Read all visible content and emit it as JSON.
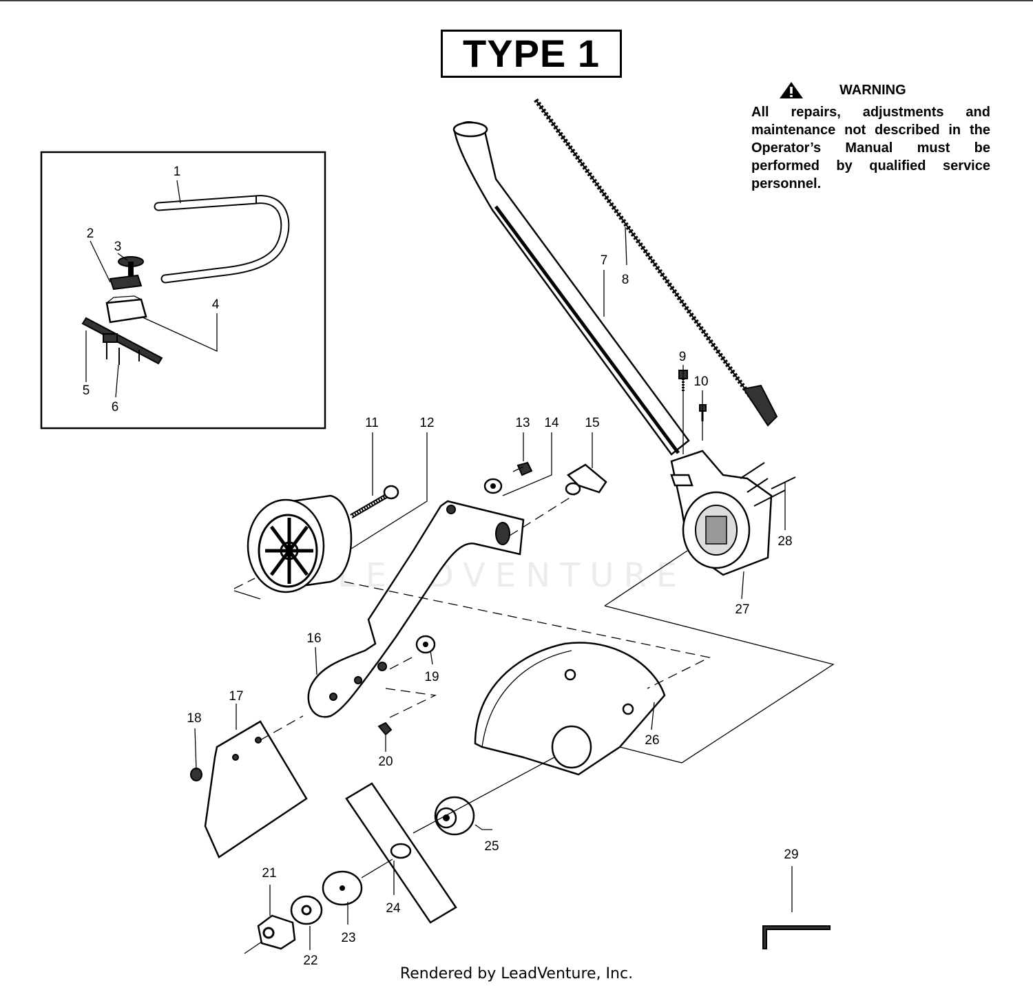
{
  "title": "TYPE 1",
  "warning": {
    "icon": "warning-triangle-icon",
    "heading": "WARNING",
    "text": "All repairs, adjustments and maintenance not described in the Operator’s Manual must be performed by qualified service personnel."
  },
  "watermark": "LEADVENTURE",
  "footer": "Rendered by LeadVenture, Inc.",
  "part_labels": [
    "1",
    "2",
    "3",
    "4",
    "5",
    "6",
    "7",
    "8",
    "9",
    "10",
    "11",
    "12",
    "13",
    "14",
    "15",
    "16",
    "17",
    "18",
    "19",
    "20",
    "21",
    "22",
    "23",
    "24",
    "25",
    "26",
    "27",
    "28",
    "29"
  ]
}
